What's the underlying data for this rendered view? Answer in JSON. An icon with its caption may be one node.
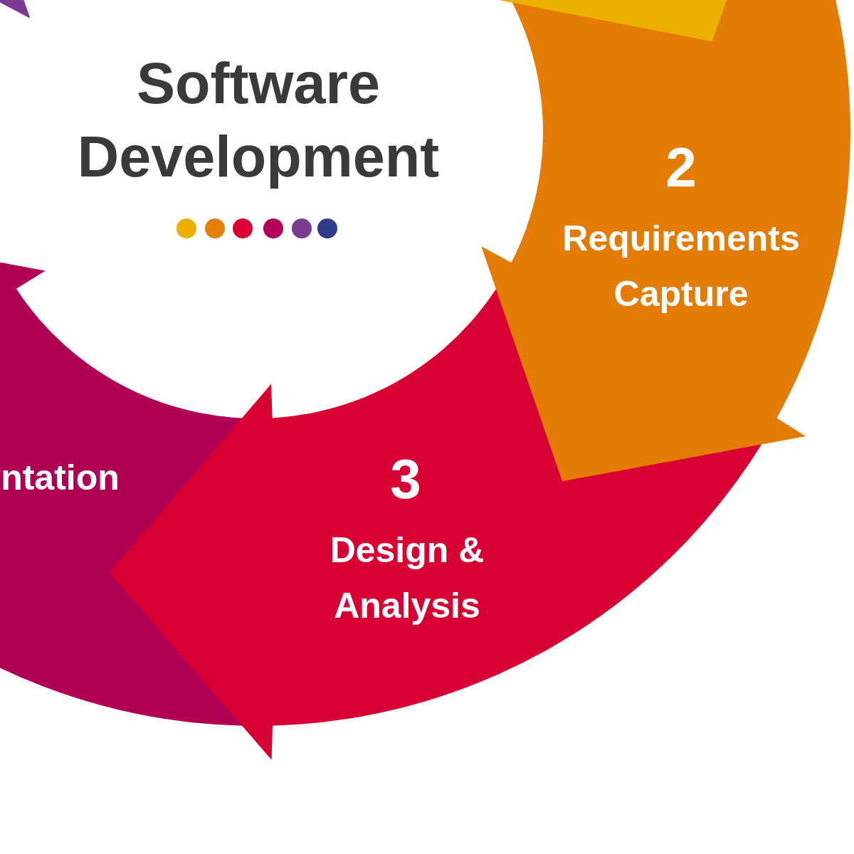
{
  "diagram": {
    "title": "Software Development",
    "nodes": [
      {
        "text": [],
        "shape": "arrow"
      },
      {
        "text": [
          "2",
          "Requirements Capture"
        ]
      },
      {
        "text": [
          "3",
          "Design & Analysis"
        ]
      },
      {
        "text": [
          "ntation"
        ]
      },
      {
        "text": [],
        "shape": "arrow"
      }
    ]
  }
}
